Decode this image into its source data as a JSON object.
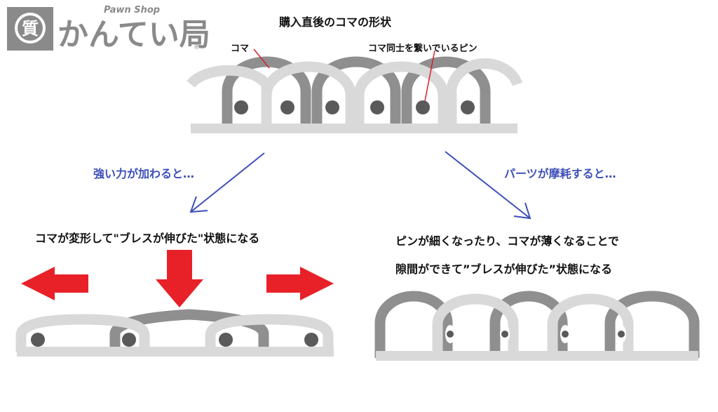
{
  "logo": {
    "subtitle": "Pawn Shop",
    "name": "かんてい局",
    "emblem": "質",
    "registered": "®"
  },
  "title": "購入直後のコマの形状",
  "labels": {
    "koma": "コマ",
    "pin": "コマ同士を繋いでいるピン"
  },
  "left_branch": {
    "cause": "強い力が加わると…",
    "result": "コマが変形して\"ブレスが伸びた\"状態になる"
  },
  "right_branch": {
    "cause": "パーツが摩耗すると…",
    "result_line1": "ピンが細くなったり、コマが薄くなることで",
    "result_line2": "隙間ができて”ブレスが伸びた”状態になる"
  },
  "colors": {
    "light_link": "#d9d9d9",
    "dark_link": "#8f8f8f",
    "pin": "#5a5a5a",
    "force_arrow": "#e82128",
    "flow_arrow": "#3d4fb8",
    "leader_line": "#d8202a",
    "logo": "#8a8a8a"
  }
}
